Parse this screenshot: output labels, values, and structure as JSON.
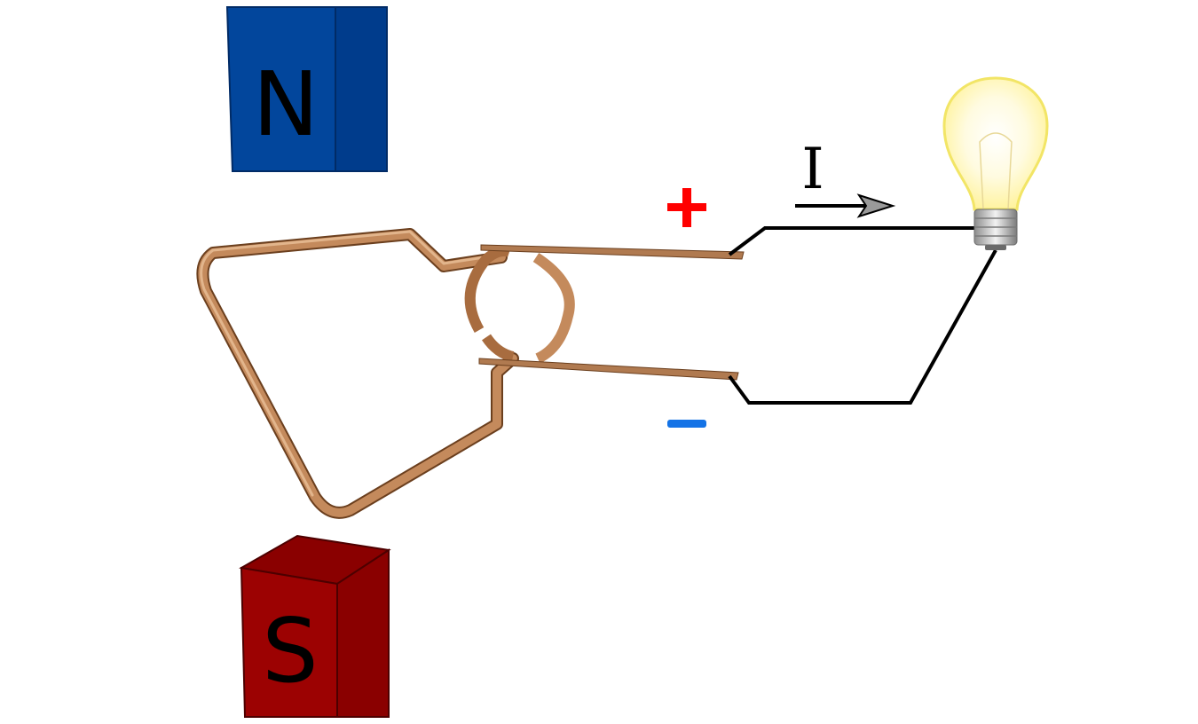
{
  "magnets": {
    "north": {
      "label": "N",
      "color": "#02469c"
    },
    "south": {
      "label": "S",
      "color": "#9c0202"
    }
  },
  "current": {
    "label": "I"
  },
  "polarity": {
    "positive_color": "#ff0000",
    "negative_color": "#1473e6"
  },
  "colors": {
    "copper": "#c48a5c",
    "wire": "#000000",
    "bulb_glow": "#fff6a6"
  },
  "icons": {
    "plus": "plus-icon",
    "minus": "minus-icon",
    "bulb": "light-bulb-icon",
    "arrow": "arrow-right-icon"
  }
}
